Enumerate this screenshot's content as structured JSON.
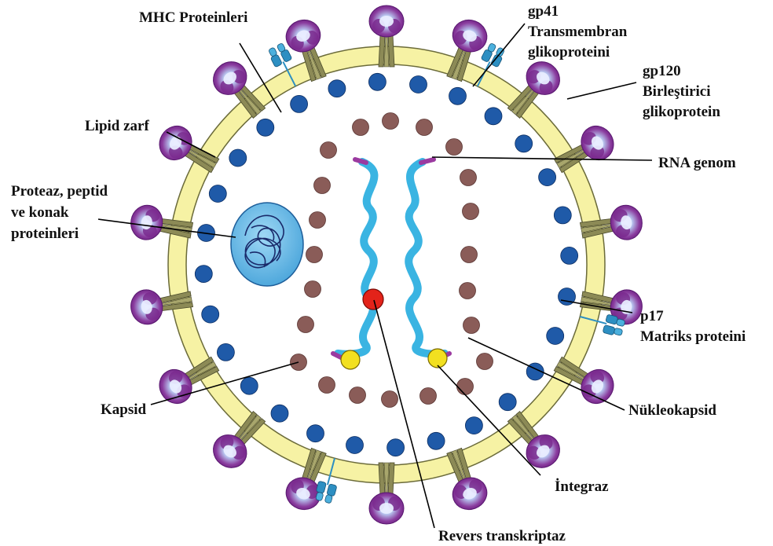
{
  "labels": {
    "mhc": "MHC Proteinleri",
    "gp41_line1": "gp41",
    "gp41_line2": "Transmembran",
    "gp41_line3": "glikoproteini",
    "gp120_line1": "gp120",
    "gp120_line2": "Birleştirici",
    "gp120_line3": "glikoprotein",
    "lipid": "Lipid zarf",
    "protease_line1": "Proteaz, peptid",
    "protease_line2": "ve konak",
    "protease_line3": "proteinleri",
    "rna": "RNA genom",
    "p17_line1": "p17",
    "p17_line2": "Matriks proteini",
    "capsid": "Kapsid",
    "nucleocapsid": "Nükleokapsid",
    "integrase": "İntegraz",
    "rt": "Revers transkriptaz"
  },
  "colors": {
    "envelope": "#f6f2a4",
    "envelope_edge": "#6b6b3a",
    "stem": "#8c8a56",
    "cap_purple": "#7a2a8e",
    "cap_light": "#b7c4ee",
    "matrix": "#1f5aa8",
    "capsid": "#8a5c58",
    "rna": "#3ab4e2",
    "rna_end": "#9b3aa0",
    "integrase": "#f2e020",
    "reverse_transcriptase": "#e3231a",
    "protease_body": "#78c5ec",
    "protease_coil": "#1a2a6a",
    "mhc": "#2d8fc2"
  },
  "icons": [
    "gp120-spike-icon",
    "mhc-protein-icon",
    "matrix-protein-icon",
    "capsid-protein-icon",
    "rna-strand-icon",
    "integrase-icon",
    "reverse-transcriptase-icon",
    "protease-cluster-icon"
  ]
}
